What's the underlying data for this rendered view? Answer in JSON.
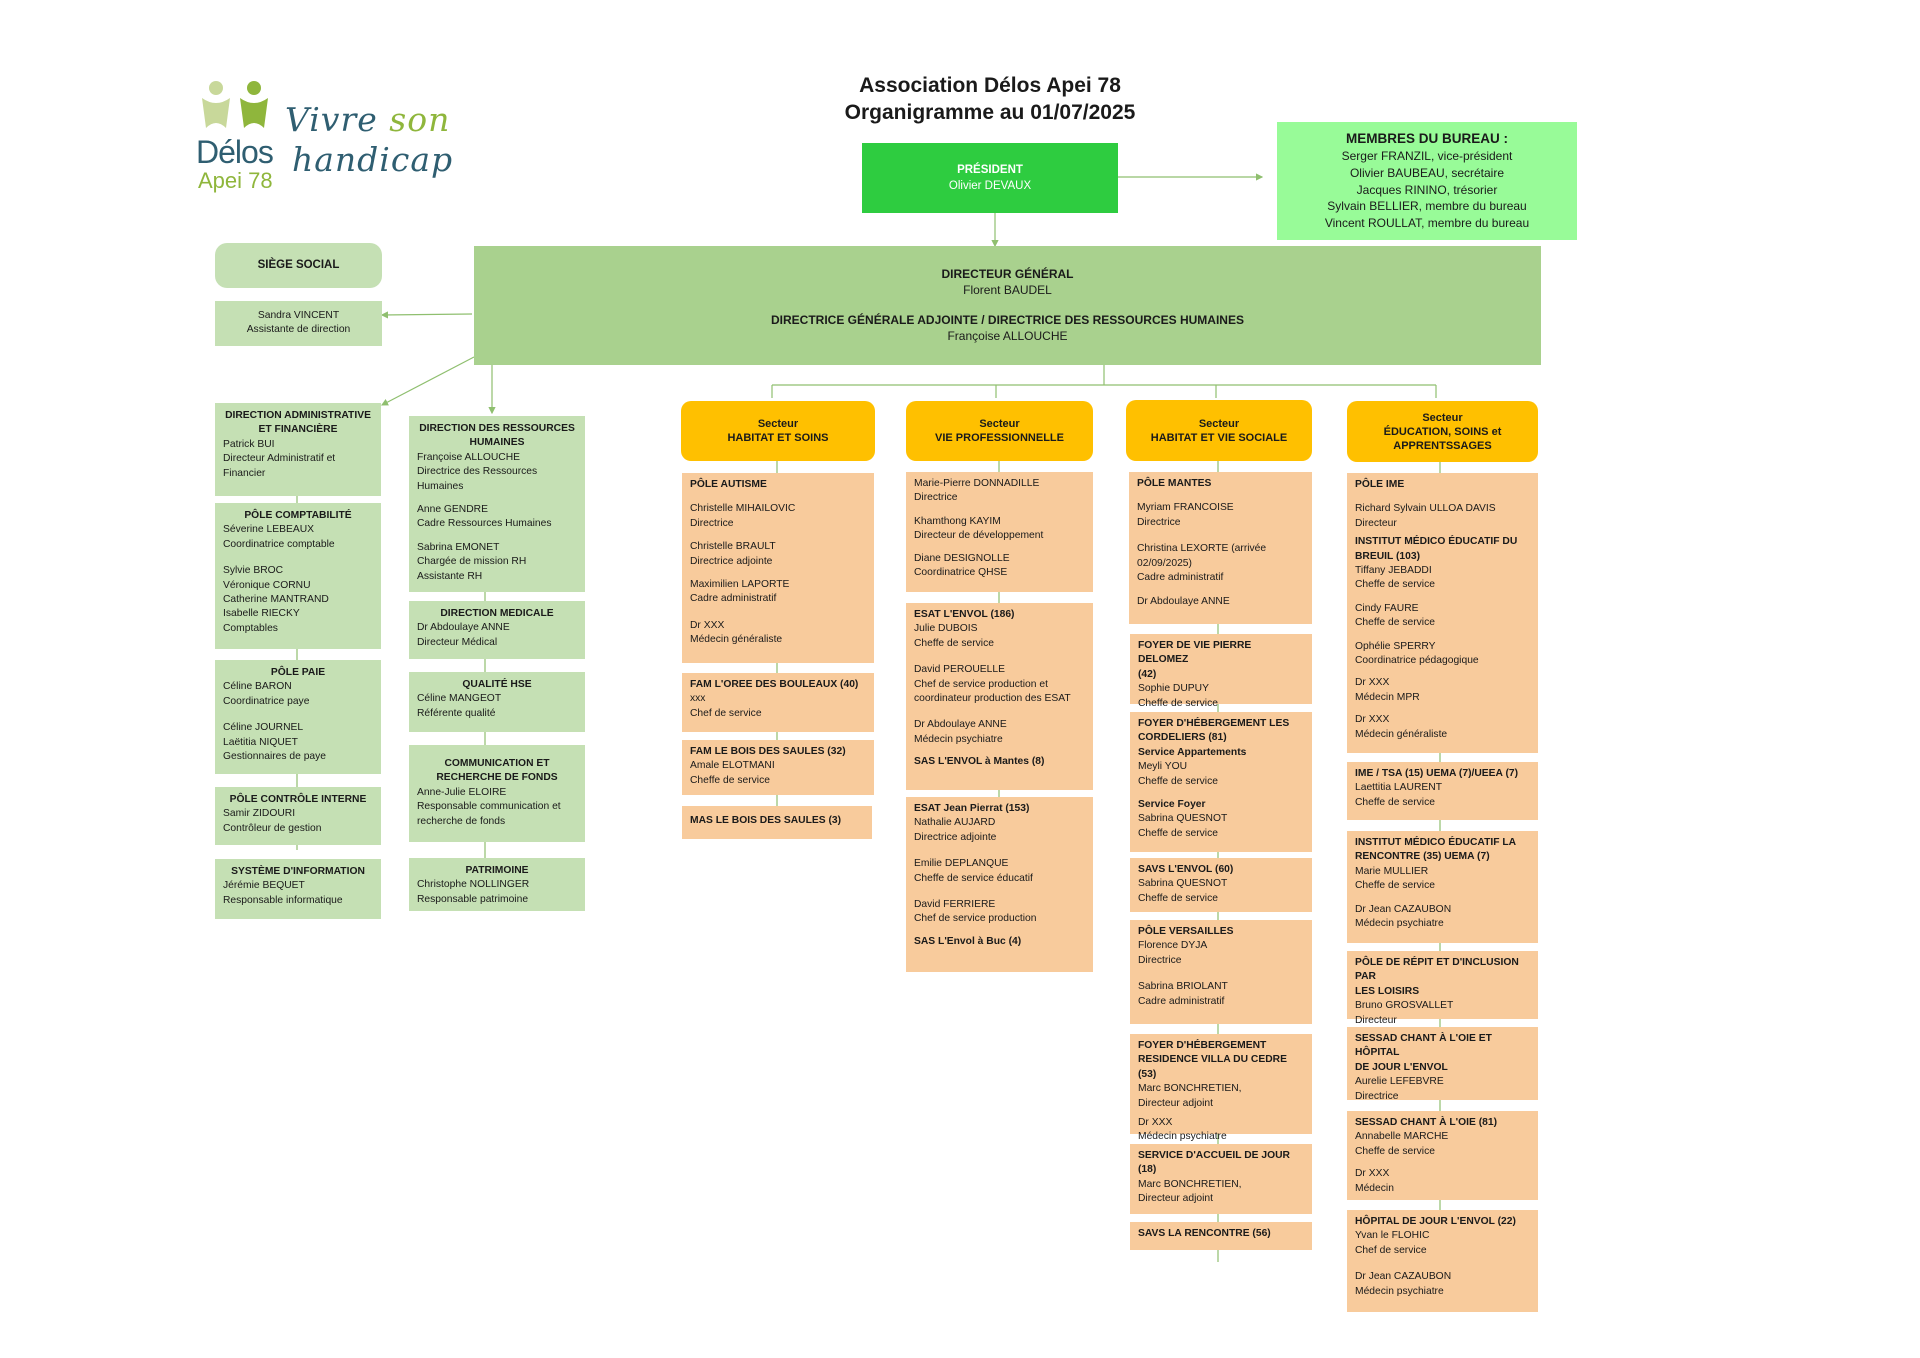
{
  "header": {
    "title_line1": "Association Délos Apei 78",
    "title_line2": "Organigramme au 01/07/2025"
  },
  "logo": {
    "delos": "Délos",
    "apei": "Apei 78",
    "vivre": "Vivre",
    "son": "son",
    "handicap": "handicap"
  },
  "president": {
    "title": "PRÉSIDENT",
    "name": "Olivier DEVAUX"
  },
  "bureau": {
    "title": "MEMBRES DU BUREAU :",
    "members": [
      "Serger FRANZIL, vice-président",
      "Olivier BAUBEAU, secrétaire",
      "Jacques RININO, trésorier",
      "Sylvain BELLIER, membre du bureau",
      "Vincent ROULLAT, membre du bureau"
    ]
  },
  "dg": {
    "title1": "DIRECTEUR GÉNÉRAL",
    "name1": "Florent BAUDEL",
    "title2": "DIRECTRICE GÉNÉRALE ADJOINTE / DIRECTRICE DES RESSOURCES HUMAINES",
    "name2": "Françoise ALLOUCHE"
  },
  "siege": {
    "title": "SIÈGE SOCIAL",
    "name": "Sandra VINCENT",
    "role": "Assistante de direction"
  },
  "daf": {
    "head": {
      "title1": "DIRECTION ADMINISTRATIVE",
      "title2": "ET FINANCIÈRE",
      "name": "Patrick BUI",
      "role1": "Directeur Administratif et",
      "role2": "Financier"
    },
    "compta": {
      "title": "PÔLE COMPTABILITÉ",
      "l1": "Séverine LEBEAUX",
      "l2": "Coordinatrice comptable",
      "l3": "Sylvie BROC",
      "l4": "Véronique CORNU",
      "l5": "Catherine MANTRAND",
      "l6": "Isabelle RIECKY",
      "l7": "Comptables"
    },
    "paie": {
      "title": "PÔLE PAIE",
      "l1": "Céline BARON",
      "l2": "Coordinatrice paye",
      "l3": "Céline JOURNEL",
      "l4": "Laëtitia NIQUET",
      "l5": "Gestionnaires de paye"
    },
    "controle": {
      "title": "PÔLE CONTRÔLE INTERNE",
      "l1": "Samir ZIDOURI",
      "l2": "Contrôleur de gestion"
    },
    "si": {
      "title": "SYSTÈME D'INFORMATION",
      "l1": "Jérémie BEQUET",
      "l2": "Responsable informatique"
    }
  },
  "drh": {
    "head": {
      "title1": "DIRECTION DES RESSOURCES",
      "title2": "HUMAINES",
      "l1": "Françoise ALLOUCHE",
      "l2": "Directrice des Ressources",
      "l3": "Humaines",
      "l4": "Anne GENDRE",
      "l5": "Cadre Ressources Humaines",
      "l6": "Sabrina EMONET",
      "l7": "Chargée de mission RH",
      "l8": "Assistante RH"
    },
    "med": {
      "title": "DIRECTION MEDICALE",
      "l1": "Dr Abdoulaye ANNE",
      "l2": "Directeur Médical"
    },
    "qhse": {
      "title": "QUALITÉ HSE",
      "l1": "Céline MANGEOT",
      "l2": "Référente qualité"
    },
    "comm": {
      "title1": "COMMUNICATION ET",
      "title2": "RECHERCHE DE FONDS",
      "l1": "Anne-Julie ELOIRE",
      "l2": "Responsable communication et",
      "l3": "recherche de fonds"
    },
    "patri": {
      "title": "PATRIMOINE",
      "l1": "Christophe NOLLINGER",
      "l2": "Responsable patrimoine"
    }
  },
  "s1": {
    "h1": "Secteur",
    "h2": "HABITAT ET SOINS",
    "autisme": {
      "title": "PÔLE AUTISME",
      "l1": "Christelle MIHAILOVIC",
      "l2": "Directrice",
      "l3": "Christelle BRAULT",
      "l4": "Directrice adjointe",
      "l5": "Maximilien LAPORTE",
      "l6": "Cadre administratif",
      "l7": "Dr XXX",
      "l8": "Médecin généraliste"
    },
    "fam1": {
      "title": "FAM L'OREE DES BOULEAUX (40)",
      "l1": "xxx",
      "l2": "Chef de service"
    },
    "fam2": {
      "title": "FAM LE BOIS DES SAULES (32)",
      "l1": "Amale ELOTMANI",
      "l2": "Cheffe de service"
    },
    "mas": {
      "title": "MAS LE BOIS DES SAULES (3)"
    }
  },
  "s2": {
    "h1": "Secteur",
    "h2": "VIE PROFESSIONNELLE",
    "dir": {
      "l1": "Marie-Pierre DONNADILLE",
      "l2": "Directrice",
      "l3": "Khamthong KAYIM",
      "l4": "Directeur de développement",
      "l5": "Diane DESIGNOLLE",
      "l6": "Coordinatrice QHSE"
    },
    "esat1": {
      "title": "ESAT L'ENVOL (186)",
      "l1": "Julie DUBOIS",
      "l2": "Cheffe de service",
      "l3": "David PEROUELLE",
      "l4": "Chef de service production et",
      "l5": "coordinateur production des ESAT",
      "l6": "Dr Abdoulaye ANNE",
      "l7": "Médecin psychiatre",
      "l8": "SAS L'ENVOL à Mantes (8)"
    },
    "esat2": {
      "title": "ESAT Jean Pierrat (153)",
      "l1": "Nathalie AUJARD",
      "l2": "Directrice adjointe",
      "l3": "Emilie DEPLANQUE",
      "l4": "Cheffe de service éducatif",
      "l5": "David FERRIERE",
      "l6": "Chef de service production",
      "l7": "SAS L'Envol à Buc (4)"
    }
  },
  "s3": {
    "h1": "Secteur",
    "h2": "HABITAT ET VIE SOCIALE",
    "mantes": {
      "title": "PÔLE MANTES",
      "l1": "Myriam FRANCOISE",
      "l2": "Directrice",
      "l3": "Christina LEXORTE (arrivée",
      "l4": "02/09/2025)",
      "l5": "Cadre administratif",
      "l6": "Dr Abdoulaye ANNE"
    },
    "foyer1": {
      "title1": "FOYER DE VIE PIERRE DELOMEZ",
      "title2": "(42)",
      "l1": "Sophie DUPUY",
      "l2": "Cheffe de service"
    },
    "foyer2": {
      "title1": "FOYER D'HÉBERGEMENT LES",
      "title2": "CORDELIERS (81)",
      "title3": "Service Appartements",
      "l1": "Meyli YOU",
      "l2": "Cheffe de service",
      "title4": "Service Foyer",
      "l3": "Sabrina QUESNOT",
      "l4": "Cheffe de service"
    },
    "savs1": {
      "title": "SAVS L'ENVOL (60)",
      "l1": "Sabrina QUESNOT",
      "l2": "Cheffe de service"
    },
    "versailles": {
      "title": "PÔLE VERSAILLES",
      "l1": "Florence DYJA",
      "l2": "Directrice",
      "l3": "Sabrina BRIOLANT",
      "l4": "Cadre administratif"
    },
    "foyer3": {
      "title1": "FOYER D'HÉBERGEMENT",
      "title2": "RESIDENCE VILLA DU CEDRE (53)",
      "l1": "Marc BONCHRETIEN,",
      "l2": "Directeur adjoint",
      "l3": "Dr XXX",
      "l4": "Médecin psychiatre"
    },
    "saj": {
      "title": "SERVICE D'ACCUEIL DE JOUR (18)",
      "l1": "Marc BONCHRETIEN,",
      "l2": "Directeur adjoint"
    },
    "savs2": {
      "title": "SAVS LA RENCONTRE (56)"
    }
  },
  "s4": {
    "h1": "Secteur",
    "h2": "ÉDUCATION, SOINS et",
    "h3": "APPRENTSSAGES",
    "ime": {
      "title": "PÔLE IME",
      "l1": "Richard Sylvain ULLOA DAVIS",
      "l2": "Directeur",
      "t2a": "INSTITUT MÉDICO ÉDUCATIF DU",
      "t2b": "BREUIL (103)",
      "l3": "Tiffany JEBADDI",
      "l4": "Cheffe de service",
      "l5": "Cindy FAURE",
      "l6": "Cheffe de service",
      "l7": "Ophélie SPERRY",
      "l8": "Coordinatrice pédagogique",
      "l9": "Dr XXX",
      "l10": "Médecin MPR",
      "l11": "Dr XXX",
      "l12": "Médecin généraliste"
    },
    "tsa": {
      "title": "IME / TSA (15) UEMA (7)/UEEA (7)",
      "l1": "Laettitia LAURENT",
      "l2": "Cheffe de service"
    },
    "rencontre": {
      "title1": "INSTITUT MÉDICO ÉDUCATIF LA",
      "title2": "RENCONTRE (35) UEMA (7)",
      "l1": "Marie MULLIER",
      "l2": "Cheffe de service",
      "l3": "Dr Jean CAZAUBON",
      "l4": "Médecin psychiatre"
    },
    "repit": {
      "title1": "PÔLE DE RÉPIT ET D'INCLUSION PAR",
      "title2": "LES LOISIRS",
      "l1": "Bruno GROSVALLET",
      "l2": "Directeur"
    },
    "sessad1": {
      "title1": "SESSAD CHANT À L'OIE  ET HÔPITAL",
      "title2": "DE JOUR L'ENVOL",
      "l1": "Aurelie LEFEBVRE",
      "l2": "Directrice"
    },
    "sessad2": {
      "title": "SESSAD CHANT À L'OIE (81)",
      "l1": "Annabelle MARCHE",
      "l2": "Cheffe de service",
      "l3": "Dr XXX",
      "l4": "Médecin"
    },
    "hopital": {
      "title": "HÔPITAL DE JOUR L'ENVOL (22)",
      "l1": "Yvan le FLOHIC",
      "l2": "Chef de service",
      "l3": "Dr Jean CAZAUBON",
      "l4": "Médecin psychiatre"
    }
  },
  "colors": {
    "president": "#2ecc40",
    "bureau": "#98fb98",
    "dg": "#a9d18e",
    "staff": "#c5e0b4",
    "sector": "#ffc000",
    "unit": "#f8cb9c",
    "line": "#8fbf6f"
  }
}
